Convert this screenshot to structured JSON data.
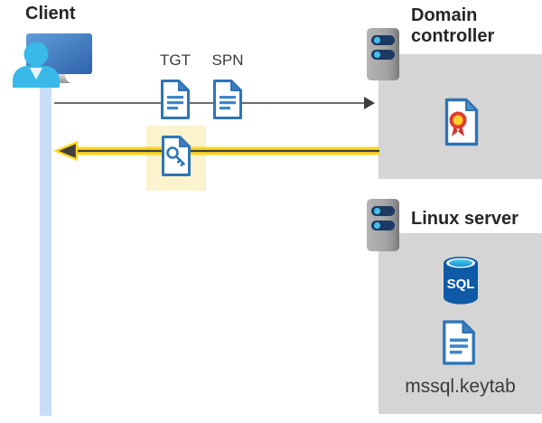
{
  "client": {
    "label": "Client"
  },
  "flow": {
    "tgt_label": "TGT",
    "spn_label": "SPN"
  },
  "domain_controller": {
    "label": "Domain controller"
  },
  "linux_server": {
    "label": "Linux server",
    "sql_badge": "SQL",
    "keytab_label": "mssql.keytab"
  },
  "colors": {
    "box_gray": "#d5d5d5",
    "doc_blue": "#2e75b6",
    "doc_fold_blue": "#3e7fc1",
    "doc_line_blue": "#3e86c9",
    "highlight_yellow": "#fbf3cd",
    "arrow_yellow": "#ffd41c",
    "arrow_dark": "#3f3f3f",
    "gray_arrow_line": "#6e6e6e",
    "gray_arrow_head": "#3d3d3d",
    "lifeline_blue": "#c7ddf8",
    "person_cyan": "#38b9e8",
    "monitor_blue_light": "#5f9fda",
    "monitor_blue_dark": "#2e62aa",
    "server_gray": "#a3a3a3",
    "server_slot_navy": "#1c3a63",
    "server_dot_blue": "#45bde9",
    "sql_body_blue": "#0e5aa7",
    "sql_top_cyan": "#4dc9ee",
    "cert_ring_red": "#e23a2e",
    "cert_seal_yellow": "#ffd02e",
    "text_dark": "#262626"
  }
}
